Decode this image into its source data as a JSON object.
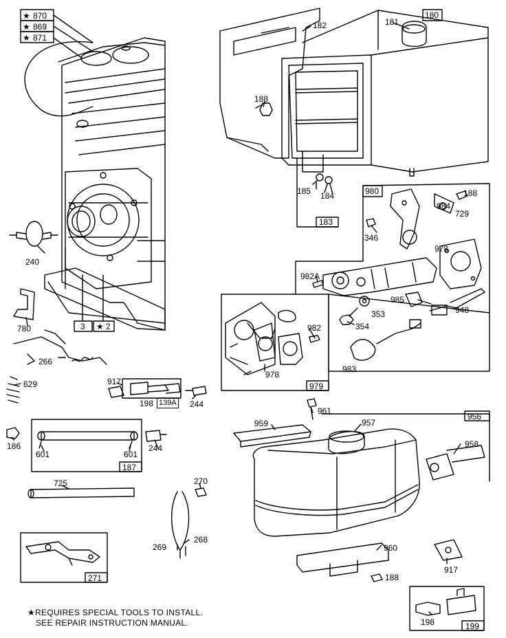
{
  "labels": {
    "l870": "870",
    "l869": "869",
    "l871": "871",
    "l182": "182",
    "l181": "181",
    "l180": "180",
    "l188a": "188",
    "l185": "185",
    "l184": "184",
    "l183": "183",
    "l980": "980",
    "l188b": "188",
    "l984": "984",
    "l729": "729",
    "l346": "346",
    "l978a": "978",
    "l982a": "982A",
    "l985": "985",
    "l353": "353",
    "l354": "354",
    "l948": "948",
    "l983": "983",
    "l982": "982",
    "l978b": "978",
    "l979": "979",
    "l240": "240",
    "l780": "780",
    "l266": "266",
    "l629": "629",
    "l3": "3",
    "l2": "2",
    "l917a": "917",
    "l198a": "198",
    "l139a": "139A",
    "l244a": "244",
    "l186": "186",
    "l601a": "601",
    "l601b": "601",
    "l244b": "244",
    "l187": "187",
    "l725": "725",
    "l270": "270",
    "l269": "269",
    "l268": "268",
    "l271": "271",
    "l961": "961",
    "l959": "959",
    "l957": "957",
    "l956": "956",
    "l958": "958",
    "l960": "960",
    "l188c": "188",
    "l917b": "917",
    "l198b": "198",
    "l199": "199"
  },
  "star": "★",
  "note": {
    "line1": "★REQUIRES SPECIAL TOOLS TO INSTALL.",
    "line2": "SEE REPAIR INSTRUCTION MANUAL."
  }
}
